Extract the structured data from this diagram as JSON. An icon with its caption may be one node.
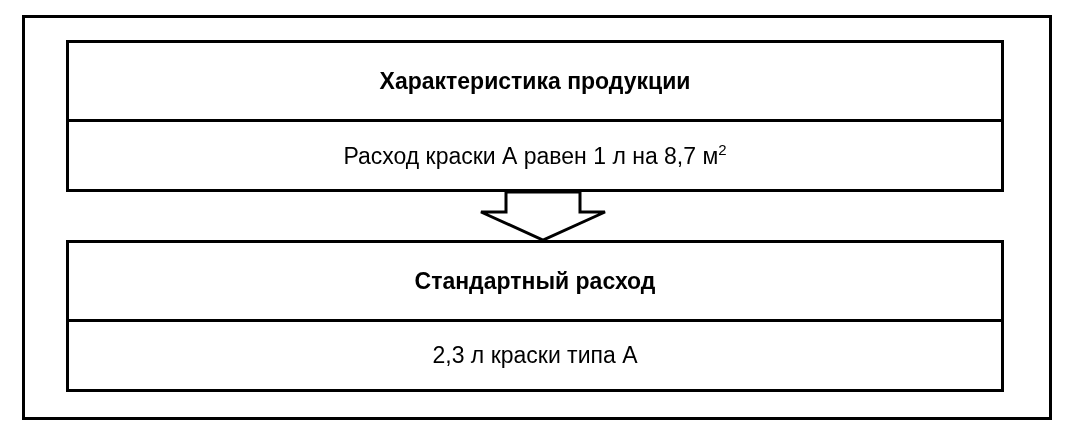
{
  "diagram": {
    "nodes": [
      {
        "text": [
          "Характеристика продукции",
          "Расход краски А равен 1 л на 8,7 м$^{2}$"
        ]
      },
      {
        "text": [
          "Стандартный расход",
          "2,3 л краски типа А"
        ]
      }
    ],
    "edges": [
      {
        "from": 0,
        "to": 1,
        "arrow": "to"
      }
    ]
  }
}
